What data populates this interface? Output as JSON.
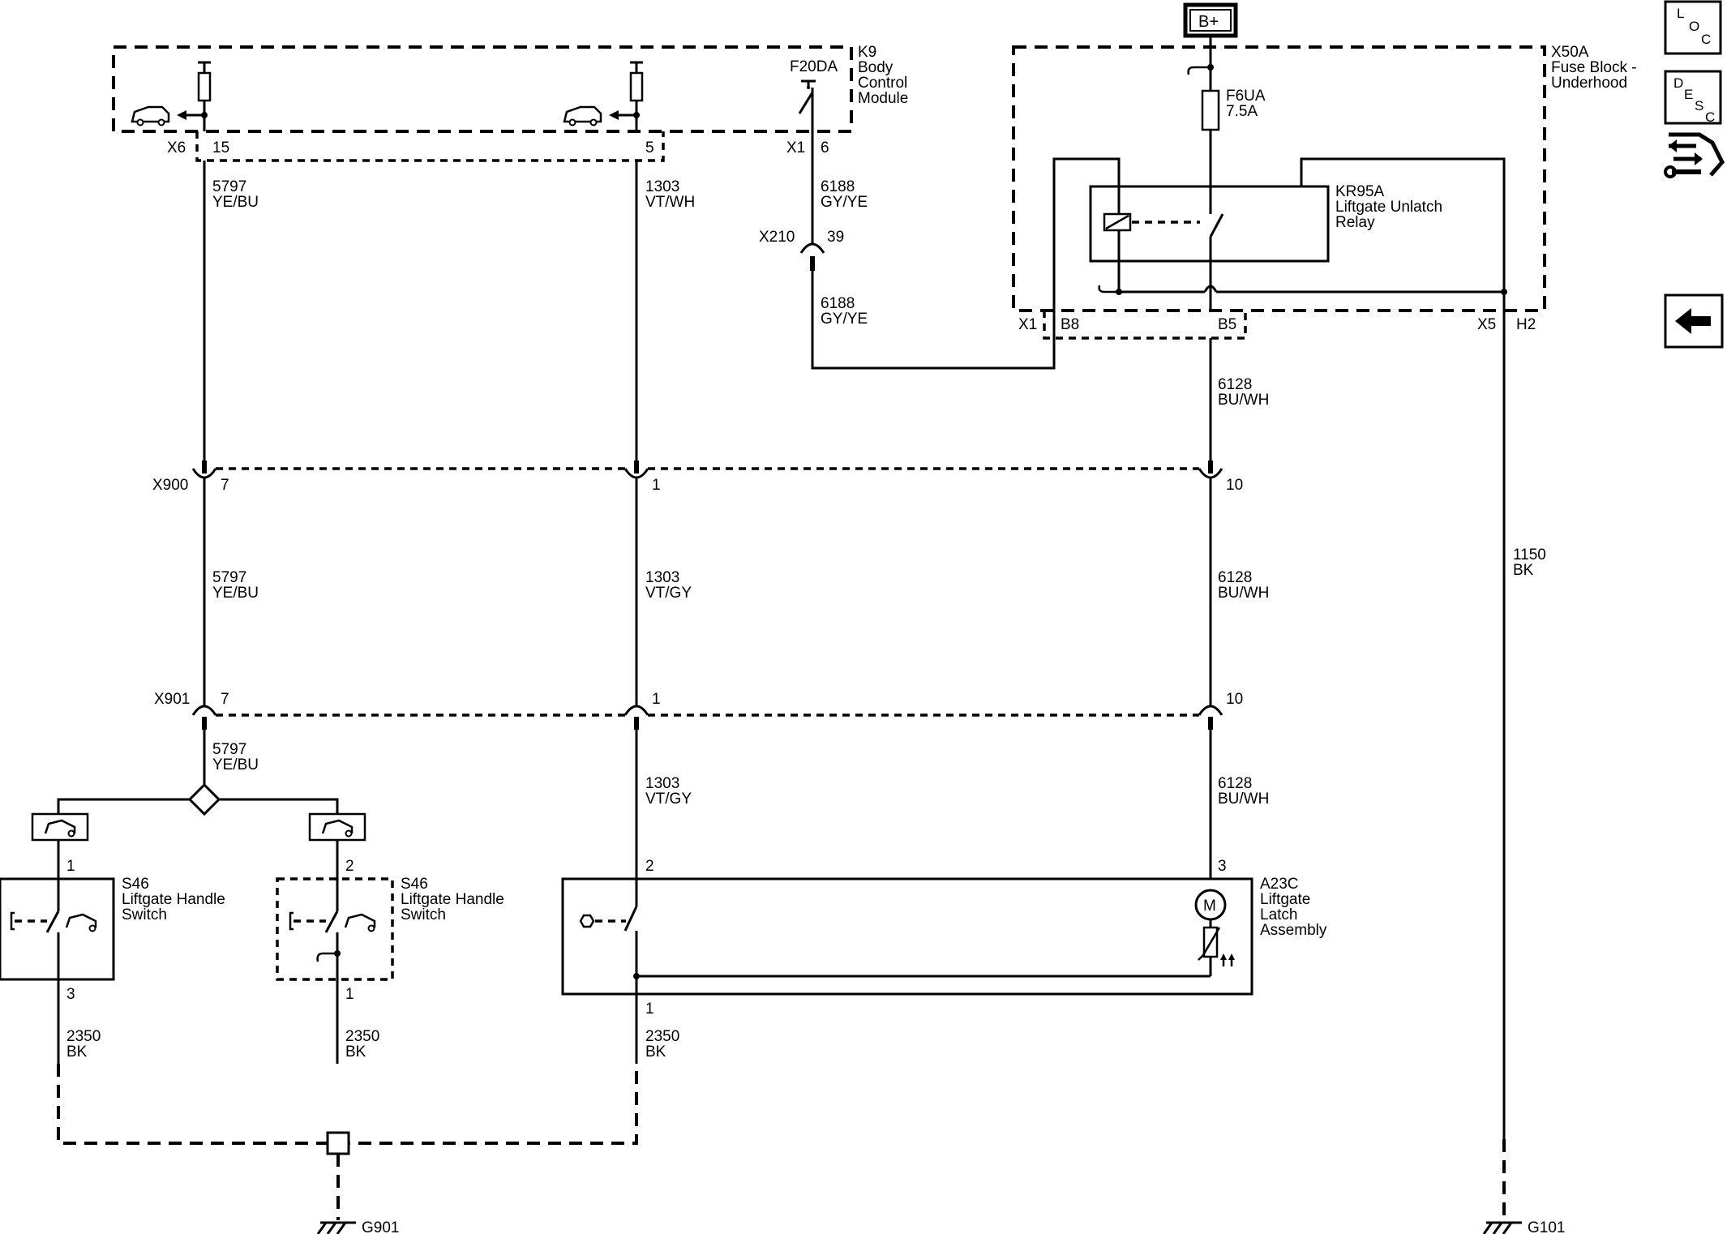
{
  "components": {
    "k9": {
      "ref": "K9",
      "l1": "Body",
      "l2": "Control",
      "l3": "Module"
    },
    "x50a": {
      "ref": "X50A",
      "l1": "Fuse Block -",
      "l2": "Underhood"
    },
    "kr95a": {
      "ref": "KR95A",
      "l1": "Liftgate Unlatch",
      "l2": "Relay"
    },
    "f6ua": {
      "ref": "F6UA",
      "rating": "7.5A"
    },
    "f20da": {
      "ref": "F20DA"
    },
    "s46a": {
      "ref": "S46",
      "l1": "Liftgate Handle",
      "l2": "Switch"
    },
    "s46b": {
      "ref": "S46",
      "l1": "Liftgate Handle",
      "l2": "Switch"
    },
    "a23c": {
      "ref": "A23C",
      "l1": "Liftgate",
      "l2": "Latch",
      "l3": "Assembly"
    },
    "motor": "M",
    "power": "B+"
  },
  "connectors": {
    "x6": {
      "ref": "X6",
      "pin15": "15",
      "pin5": "5"
    },
    "x1k9": {
      "ref": "X1",
      "pin": "6"
    },
    "x210": {
      "ref": "X210",
      "pin": "39"
    },
    "x1fb": {
      "ref": "X1",
      "pin_b8": "B8",
      "pin_b5": "B5"
    },
    "x5": {
      "ref": "X5",
      "pin": "H2"
    },
    "x900": {
      "ref": "X900",
      "p7": "7",
      "p1": "1",
      "p10": "10"
    },
    "x901": {
      "ref": "X901",
      "p7": "7",
      "p1": "1",
      "p10": "10"
    },
    "s46a_pins": {
      "top": "1",
      "bottom": "3"
    },
    "s46b_pins": {
      "top": "2",
      "bottom": "1"
    },
    "a23c_pins": {
      "p2": "2",
      "p3": "3",
      "p1": "1"
    }
  },
  "wires": {
    "w5797a": {
      "circuit": "5797",
      "color": "YE/BU"
    },
    "w5797b": {
      "circuit": "5797",
      "color": "YE/BU"
    },
    "w5797c": {
      "circuit": "5797",
      "color": "YE/BU"
    },
    "w1303a": {
      "circuit": "1303",
      "color": "VT/WH"
    },
    "w1303b": {
      "circuit": "1303",
      "color": "VT/GY"
    },
    "w1303c": {
      "circuit": "1303",
      "color": "VT/GY"
    },
    "w6188a": {
      "circuit": "6188",
      "color": "GY/YE"
    },
    "w6188b": {
      "circuit": "6188",
      "color": "GY/YE"
    },
    "w6128a": {
      "circuit": "6128",
      "color": "BU/WH"
    },
    "w6128b": {
      "circuit": "6128",
      "color": "BU/WH"
    },
    "w6128c": {
      "circuit": "6128",
      "color": "BU/WH"
    },
    "w1150": {
      "circuit": "1150",
      "color": "BK"
    },
    "w2350a": {
      "circuit": "2350",
      "color": "BK"
    },
    "w2350b": {
      "circuit": "2350",
      "color": "BK"
    },
    "w2350c": {
      "circuit": "2350",
      "color": "BK"
    }
  },
  "grounds": {
    "g901": "G901",
    "g101": "G101"
  },
  "nav": {
    "loc": {
      "l": "L",
      "o": "O",
      "c": "C"
    },
    "desc": {
      "d": "D",
      "e": "E",
      "s": "S",
      "c": "C"
    }
  }
}
